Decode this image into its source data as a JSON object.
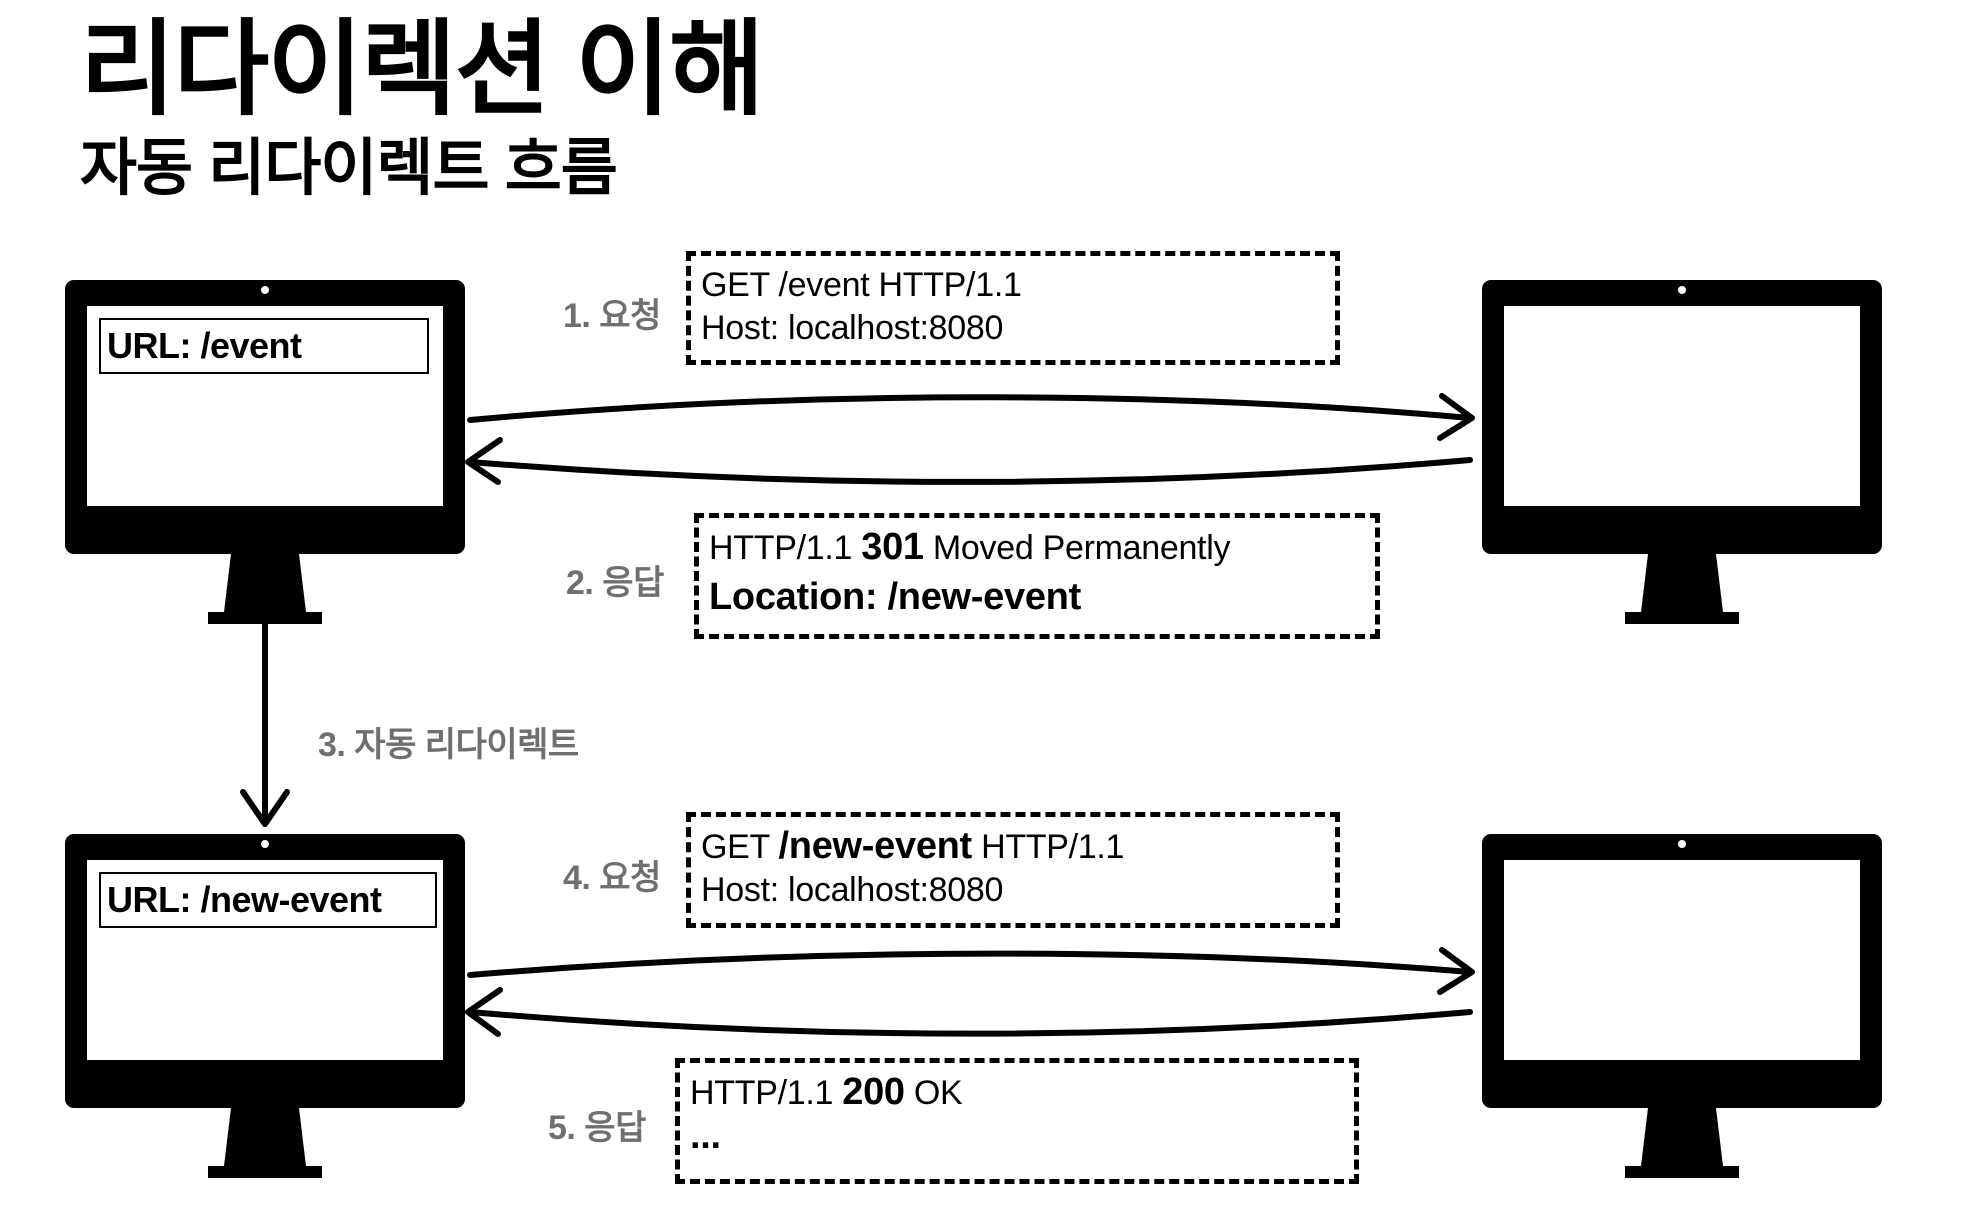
{
  "title": "리다이렉션 이해",
  "subtitle": "자동 리다이렉트 흐름",
  "client_top": {
    "url": "URL: /event"
  },
  "client_bottom": {
    "url": "URL: /new-event"
  },
  "steps": {
    "s1": "1. 요청",
    "s2": "2. 응답",
    "s3": "3. 자동 리다이렉트",
    "s4": "4. 요청",
    "s5": "5. 응답"
  },
  "req1": {
    "line1": "GET /event HTTP/1.1",
    "line2": "Host: localhost:8080"
  },
  "res1": {
    "line1_pre": "HTTP/1.1 ",
    "line1_code": "301",
    "line1_post": " Moved Permanently",
    "line2": "Location: /new-event"
  },
  "req2": {
    "line1_pre": "GET ",
    "line1_path": "/new-event",
    "line1_post": " HTTP/1.1",
    "line2": "Host: localhost:8080"
  },
  "res2": {
    "line1_pre": "HTTP/1.1 ",
    "line1_code": "200",
    "line1_post": " OK",
    "line2": "..."
  }
}
